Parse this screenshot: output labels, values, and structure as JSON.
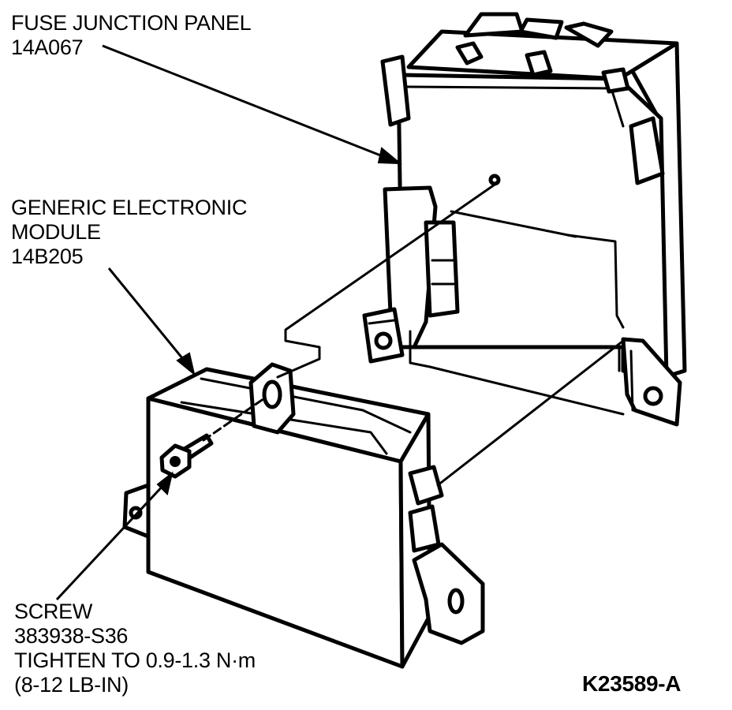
{
  "labels": {
    "fuse_panel": {
      "line1": "FUSE JUNCTION PANEL",
      "line2": "14A067"
    },
    "gem": {
      "line1": "GENERIC ELECTRONIC",
      "line2": "MODULE",
      "line3": "14B205"
    },
    "screw": {
      "line1": "SCREW",
      "line2": "383938-S36",
      "line3": "TIGHTEN TO 0.9-1.3 N·m",
      "line4": "(8-12 LB-IN)"
    },
    "figure_code": "K23589-A"
  }
}
